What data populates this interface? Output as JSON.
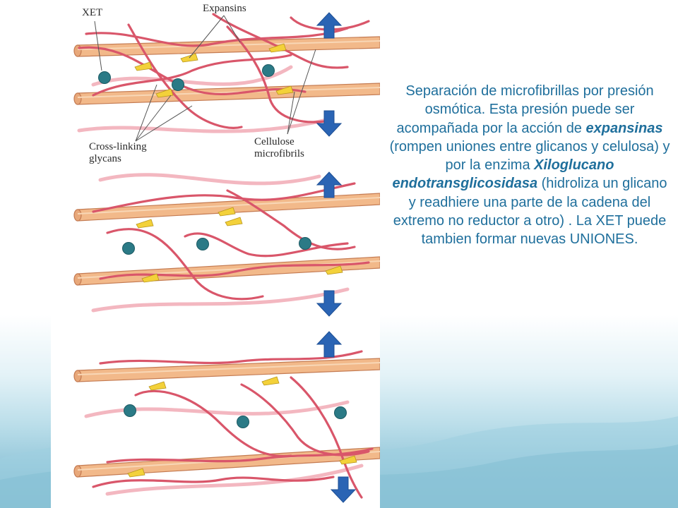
{
  "figure": {
    "labels": {
      "xet": "XET",
      "expansins": "Expansins",
      "cross_linking_1": "Cross-linking",
      "cross_linking_2": "glycans",
      "cellulose_1": "Cellulose",
      "cellulose_2": "microfibrils"
    },
    "colors": {
      "microfibril": "#f2b98a",
      "microfibril_edge": "#c47b52",
      "glycan": "#d9566a",
      "glycan_light": "#f3b7c0",
      "expansin": "#f3d13a",
      "xet": "#2b7a86",
      "arrow": "#2a64b4"
    }
  },
  "caption": {
    "part1": "Separación de microfibrillas por presión osmótica. Esta presión puede ser acompañada por la acción de ",
    "expansinas": "expansinas",
    "part2": " (rompen uniones entre glicanos y celulosa) y por la enzima ",
    "enzyme": "Xiloglucano endotransglicosidasa",
    "part3": " (hidroliza un glicano y readhiere una parte de la cadena del extremo no reductor a otro) . La XET puede tambien formar nuevas UNIONES."
  },
  "theme": {
    "caption_color": "#1f6f9c",
    "wave_color": "#7bb7ce"
  }
}
